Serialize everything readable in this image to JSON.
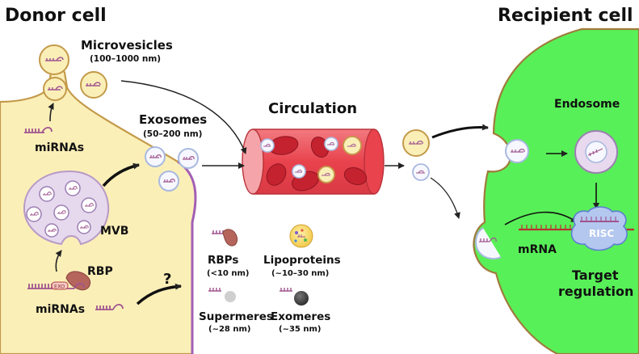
{
  "title_left": "Donor cell",
  "title_right": "Recipient cell",
  "labels": {
    "microvesicles": "Microvesicles",
    "microvesicles_size": "(100–1000 nm)",
    "exosomes": "Exosomes",
    "exosomes_size": "(50–200 nm)",
    "circulation": "Circulation",
    "mirnas_top": "miRNAs",
    "mvb": "MVB",
    "rbp": "RBP",
    "exo": "EXO",
    "mirnas_bottom": "miRNAs",
    "question": "?",
    "rbps": "RBPs",
    "rbps_size": "(<10 nm)",
    "lipoproteins": "Lipoproteins",
    "lipoproteins_size": "(~10–30 nm)",
    "supermeres": "Supermeres",
    "supermeres_size": "(~28 nm)",
    "exomeres": "Exomeres",
    "exomeres_size": "(~35 nm)",
    "endosome": "Endosome",
    "mrna": "mRNA",
    "risc": "RISC",
    "target_line1": "Target",
    "target_line2": "regulation"
  },
  "colors": {
    "donor_fill": "#fbefb8",
    "donor_stroke": "#c39a4a",
    "recipient_fill": "#58f058",
    "recipient_stroke": "#a07a3a",
    "mirna": "#a0558f",
    "vesicle_yellow": "#fbefb8",
    "vesicle_white": "#f7f8ff",
    "vesicle_blue_stroke": "#a9b9e0",
    "vessel": "#ec4c55",
    "rbc": "#c4222f",
    "mvb_fill": "#e6d9ee",
    "risc": "#b3c7ef",
    "mrna": "#b83232"
  }
}
